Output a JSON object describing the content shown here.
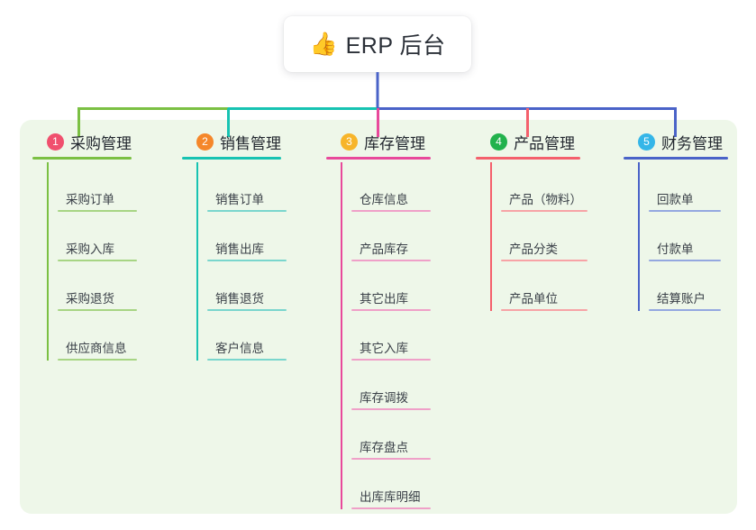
{
  "diagram": {
    "title": "ERP 后台",
    "root": {
      "icon": "thumbs-up-icon",
      "emoji": "👍",
      "label": "ERP 后台"
    },
    "panel_color": "#eef7e9",
    "branches": [
      {
        "number": "1",
        "badge_color": "#f0506e",
        "line_color": "#7bc043",
        "leaf_line_color": "#a7d584",
        "label": "采购管理",
        "items": [
          "采购订单",
          "采购入库",
          "采购退货",
          "供应商信息"
        ]
      },
      {
        "number": "2",
        "badge_color": "#f5872a",
        "line_color": "#17c3b2",
        "leaf_line_color": "#7ad6cd",
        "label": "销售管理",
        "items": [
          "销售订单",
          "销售出库",
          "销售退货",
          "客户信息"
        ]
      },
      {
        "number": "3",
        "badge_color": "#f7b52a",
        "line_color": "#e8499b",
        "leaf_line_color": "#efa0c8",
        "label": "库存管理",
        "items": [
          "仓库信息",
          "产品库存",
          "其它出库",
          "其它入库",
          "库存调拨",
          "库存盘点",
          "出库库明细"
        ]
      },
      {
        "number": "4",
        "badge_color": "#22b24c",
        "line_color": "#f4606c",
        "leaf_line_color": "#f7a3a6",
        "label": "产品管理",
        "items": [
          "产品（物料）",
          "产品分类",
          "产品单位"
        ]
      },
      {
        "number": "5",
        "badge_color": "#35b6e8",
        "line_color": "#4a63c8",
        "leaf_line_color": "#94a8e0",
        "label": "财务管理",
        "items": [
          "回款单",
          "付款单",
          "结算账户"
        ]
      }
    ],
    "trunk": {
      "color": "#4a63c8",
      "segments": [
        {
          "name": "green-segment",
          "color": "#7bc043"
        },
        {
          "name": "teal-segment",
          "color": "#17c3b2"
        },
        {
          "name": "blue-segment",
          "color": "#4a63c8"
        }
      ]
    }
  }
}
